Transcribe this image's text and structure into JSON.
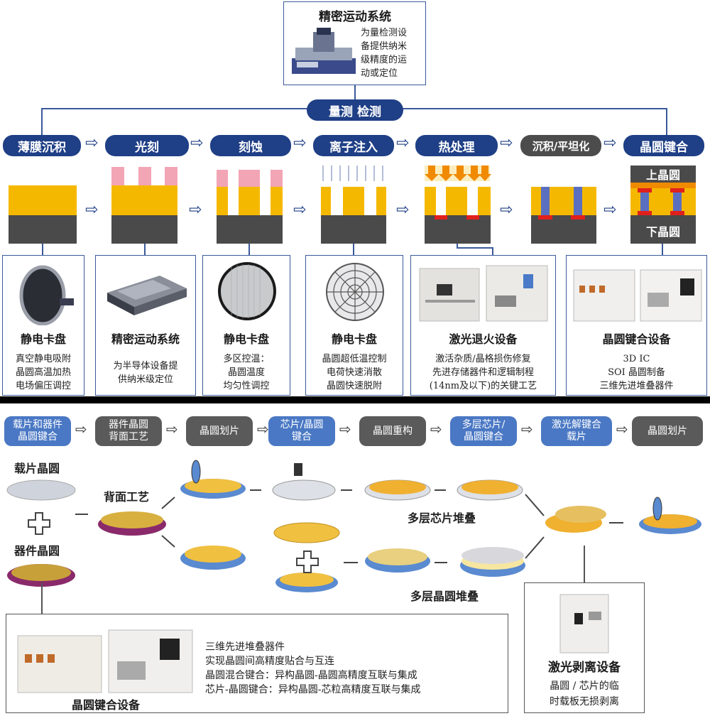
{
  "top_box": {
    "title": "精密运动系统",
    "desc_lines": [
      "为量检测设",
      "备提供纳米",
      "级精度的运",
      "动或定位"
    ]
  },
  "metrology_label": "量测 检测",
  "process_steps": [
    "薄膜沉积",
    "光刻",
    "刻蚀",
    "离子注入",
    "热处理",
    "沉积/平坦化",
    "晶圆键合"
  ],
  "bonding_labels": {
    "upper": "上晶圆",
    "lower": "下晶圆"
  },
  "equipment": [
    {
      "title": "静电卡盘",
      "lines": [
        "真空静电吸附",
        "晶圆高温加热",
        "电场偏压调控"
      ]
    },
    {
      "title": "精密运动系统",
      "lines": [
        "为半导体设备提",
        "供纳米级定位"
      ]
    },
    {
      "title": "静电卡盘",
      "lines": [
        "多区控温：",
        "晶圆温度",
        "均匀性调控"
      ]
    },
    {
      "title": "静电卡盘",
      "lines": [
        "晶圆超低温控制",
        "电荷快速消散",
        "晶圆快速脱附"
      ]
    },
    {
      "title": "激光退火设备",
      "lines": [
        "激活杂质/晶格损伤修复",
        "先进存储器件和逻辑制程",
        "(14nm及以下)的关键工艺"
      ]
    },
    {
      "title": "晶圆键合设备",
      "lines": [
        "3D IC",
        "SOI 晶圆制备",
        "三维先进堆叠器件"
      ]
    }
  ],
  "flow2": [
    {
      "label": "载片和器件\n晶圆键合",
      "style": "blue"
    },
    {
      "label": "器件晶圆\n背面工艺",
      "style": "grey"
    },
    {
      "label": "晶圆划片",
      "style": "grey"
    },
    {
      "label": "芯片/晶圆\n键合",
      "style": "blue"
    },
    {
      "label": "晶圆重构",
      "style": "grey"
    },
    {
      "label": "多层芯片/\n晶圆键合",
      "style": "blue"
    },
    {
      "label": "激光解键合\n载片",
      "style": "blue"
    },
    {
      "label": "晶圆划片",
      "style": "grey"
    }
  ],
  "bottom_labels": {
    "carrier": "载片晶圆",
    "device": "器件晶圆",
    "backside": "背面工艺",
    "multi_chip": "多层芯片堆叠",
    "multi_wafer": "多层晶圆堆叠"
  },
  "bonding_box": {
    "title": "晶圆键合设备",
    "lines": [
      "三维先进堆叠器件",
      "实现晶圆间高精度贴合与互连",
      "晶圆混合键合：异构晶圆-晶圆高精度互联与集成",
      "芯片-晶圆键合：异构晶圆-芯粒高精度互联与集成"
    ]
  },
  "laser_box": {
    "title": "激光剥离设备",
    "lines": [
      "晶圆 / 芯片的临",
      "时载板无损剥离"
    ]
  },
  "colors": {
    "navy": "#1f3f86",
    "gold": "#f5b800",
    "silicon": "#4a4a4a",
    "resist": "#f2a5b5",
    "red": "#e0201c",
    "blue_fill": "#5b6fc0",
    "light_blue": "#4a78c4"
  }
}
